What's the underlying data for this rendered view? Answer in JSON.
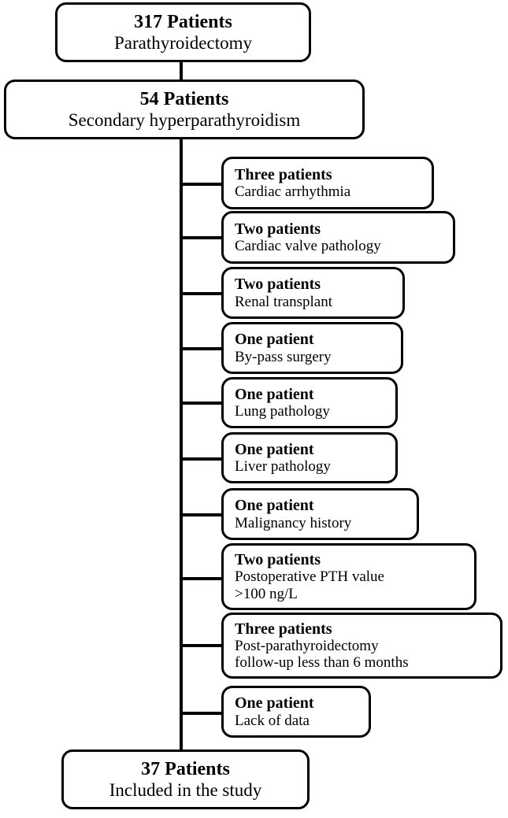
{
  "diagram": {
    "type": "patient-selection-flowchart",
    "stages": [
      {
        "id": "enrolled",
        "title": "317 Patients",
        "subtitle": "Parathyroidectomy"
      },
      {
        "id": "secondary",
        "title": "54 Patients",
        "subtitle": "Secondary hyperparathyroidism"
      },
      {
        "id": "included",
        "title": "37 Patients",
        "subtitle": "Included in the study"
      }
    ],
    "exclusions": [
      {
        "id": "cardiac-arrhythmia",
        "count_label": "Three patients",
        "reason_lines": [
          "Cardiac arrhythmia"
        ]
      },
      {
        "id": "cardiac-valve",
        "count_label": "Two patients",
        "reason_lines": [
          "Cardiac valve pathology"
        ]
      },
      {
        "id": "renal-transplant",
        "count_label": "Two patients",
        "reason_lines": [
          "Renal transplant"
        ]
      },
      {
        "id": "bypass-surgery",
        "count_label": "One patient",
        "reason_lines": [
          "By-pass surgery"
        ]
      },
      {
        "id": "lung-pathology",
        "count_label": "One patient",
        "reason_lines": [
          "Lung pathology"
        ]
      },
      {
        "id": "liver-pathology",
        "count_label": "One patient",
        "reason_lines": [
          "Liver pathology"
        ]
      },
      {
        "id": "malignancy-history",
        "count_label": "One patient",
        "reason_lines": [
          "Malignancy history"
        ]
      },
      {
        "id": "pth-value",
        "count_label": "Two patients",
        "reason_lines": [
          "Postoperative PTH value",
          ">100 ng/L"
        ]
      },
      {
        "id": "short-followup",
        "count_label": "Three patients",
        "reason_lines": [
          "Post-parathyroidectomy",
          "follow-up less than 6 months"
        ]
      },
      {
        "id": "lack-of-data",
        "count_label": "One patient",
        "reason_lines": [
          "Lack of data"
        ]
      }
    ],
    "colors": {
      "line": "#000000",
      "box_border": "#000000",
      "box_fill": "#ffffff",
      "text": "#000000"
    }
  }
}
